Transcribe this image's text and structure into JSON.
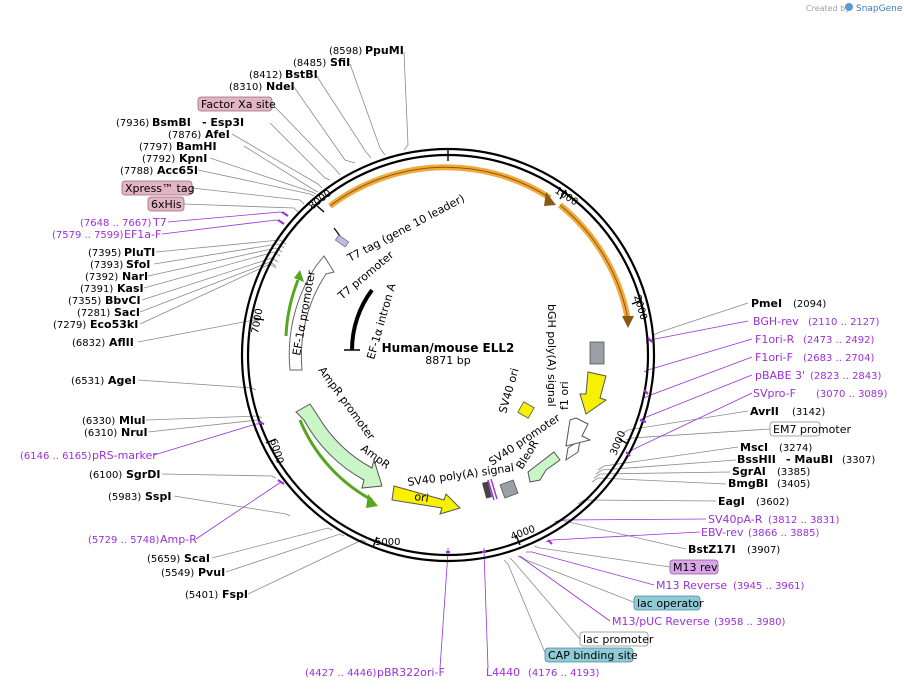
{
  "credit": {
    "prefix": "Created by",
    "brand": "SnapGene"
  },
  "plasmid": {
    "name": "Human/mouse ELL2",
    "size": "8871 bp"
  },
  "ticks": [
    "1000",
    "2000",
    "3000",
    "4000",
    "5000",
    "6000",
    "7000",
    "8000"
  ],
  "sites_top": [
    {
      "pos": "(8598)",
      "name": "PpuMI"
    },
    {
      "pos": "(8485)",
      "name": "SfiI"
    },
    {
      "pos": "(8412)",
      "name": "BstBI"
    },
    {
      "pos": "(8310)",
      "name": "NdeI"
    }
  ],
  "boxes_left": [
    {
      "label": "Factor Xa site"
    },
    {
      "label": "Xpress™ tag"
    },
    {
      "label": "6xHis"
    }
  ],
  "sites_left": [
    {
      "pos": "(7936)",
      "name": "BsmBI",
      "extra": "- Esp3I"
    },
    {
      "pos": "(7876)",
      "name": "AfeI"
    },
    {
      "pos": "(7797)",
      "name": "BamHI"
    },
    {
      "pos": "(7792)",
      "name": "KpnI"
    },
    {
      "pos": "(7788)",
      "name": "Acc65I"
    },
    {
      "pos": "(7395)",
      "name": "PluTI"
    },
    {
      "pos": "(7393)",
      "name": "SfoI"
    },
    {
      "pos": "(7392)",
      "name": "NarI"
    },
    {
      "pos": "(7391)",
      "name": "KasI"
    },
    {
      "pos": "(7355)",
      "name": "BbvCI"
    },
    {
      "pos": "(7281)",
      "name": "SacI"
    },
    {
      "pos": "(7279)",
      "name": "Eco53kI"
    },
    {
      "pos": "(6832)",
      "name": "AflII"
    },
    {
      "pos": "(6531)",
      "name": "AgeI"
    },
    {
      "pos": "(6330)",
      "name": "MluI"
    },
    {
      "pos": "(6310)",
      "name": "NruI"
    },
    {
      "pos": "(6100)",
      "name": "SgrDI"
    },
    {
      "pos": "(5983)",
      "name": "SspI"
    },
    {
      "pos": "(5659)",
      "name": "ScaI"
    },
    {
      "pos": "(5549)",
      "name": "PvuI"
    },
    {
      "pos": "(5401)",
      "name": "FspI"
    }
  ],
  "primers_left": [
    {
      "range": "(7648 .. 7667)",
      "name": "T7"
    },
    {
      "range": "(7579 .. 7599)",
      "name": "EF1a-F"
    },
    {
      "range": "(6146 .. 6165)",
      "name": "pRS-marker"
    },
    {
      "range": "(5729 .. 5748)",
      "name": "Amp-R"
    }
  ],
  "primers_bottom": [
    {
      "range": "(4427 .. 4446)",
      "name": "pBR322ori-F"
    },
    {
      "name": "L4440",
      "range": "(4176 .. 4193)"
    }
  ],
  "sites_right": [
    {
      "name": "PmeI",
      "pos": "(2094)"
    },
    {
      "name": "AvrII",
      "pos": "(3142)"
    },
    {
      "name": "MscI",
      "pos": "(3274)"
    },
    {
      "name": "BssHII",
      "extra": "- MauBI",
      "pos": "(3307)"
    },
    {
      "name": "SgrAI",
      "pos": "(3385)"
    },
    {
      "name": "BmgBI",
      "pos": "(3405)"
    },
    {
      "name": "EagI",
      "pos": "(3602)"
    },
    {
      "name": "BstZ17I",
      "pos": "(3907)"
    }
  ],
  "primers_right": [
    {
      "name": "BGH-rev",
      "range": "(2110 .. 2127)"
    },
    {
      "name": "F1ori-R",
      "range": "(2473 .. 2492)"
    },
    {
      "name": "F1ori-F",
      "range": "(2683 .. 2704)"
    },
    {
      "name": "pBABE 3'",
      "range": "(2823 .. 2843)"
    },
    {
      "name": "SVpro-F",
      "range": "(3070 .. 3089)"
    },
    {
      "name": "SV40pA-R",
      "range": "(3812 .. 3831)"
    },
    {
      "name": "EBV-rev",
      "range": "(3866 .. 3885)"
    },
    {
      "name": "M13 Reverse",
      "range": "(3945 .. 3961)"
    },
    {
      "name": "M13/pUC Reverse",
      "range": "(3958 .. 3980)"
    }
  ],
  "boxes_right": [
    {
      "label": "EM7 promoter"
    },
    {
      "label": "M13 rev"
    },
    {
      "label": "lac operator"
    },
    {
      "label": "lac promoter"
    },
    {
      "label": "CAP binding site"
    }
  ],
  "features_inner": [
    {
      "label": "T7 tag (gene 10 leader)"
    },
    {
      "label": "T7 promoter"
    },
    {
      "label": "EF-1α intron A"
    },
    {
      "label": "EF-1α promoter"
    },
    {
      "label": "AmpR promoter"
    },
    {
      "label": "AmpR"
    },
    {
      "label": "ori"
    },
    {
      "label": "SV40 poly(A) signal"
    },
    {
      "label": "SV40 promoter"
    },
    {
      "label": "BleoR"
    },
    {
      "label": "SV40 ori"
    },
    {
      "label": "bGH poly(A) signal"
    },
    {
      "label": "f1 ori"
    }
  ],
  "colors": {
    "primer": "#9b30d6",
    "feature_box": "#e2b4c4",
    "rev_box": "#dba6e8",
    "lac_box": "#8fcbd6",
    "orange_arc": "#f2a93a",
    "yellow": "#f7f000",
    "green": "#58a61e",
    "light_green": "#caf5c6",
    "gray": "#9aa0a6"
  }
}
